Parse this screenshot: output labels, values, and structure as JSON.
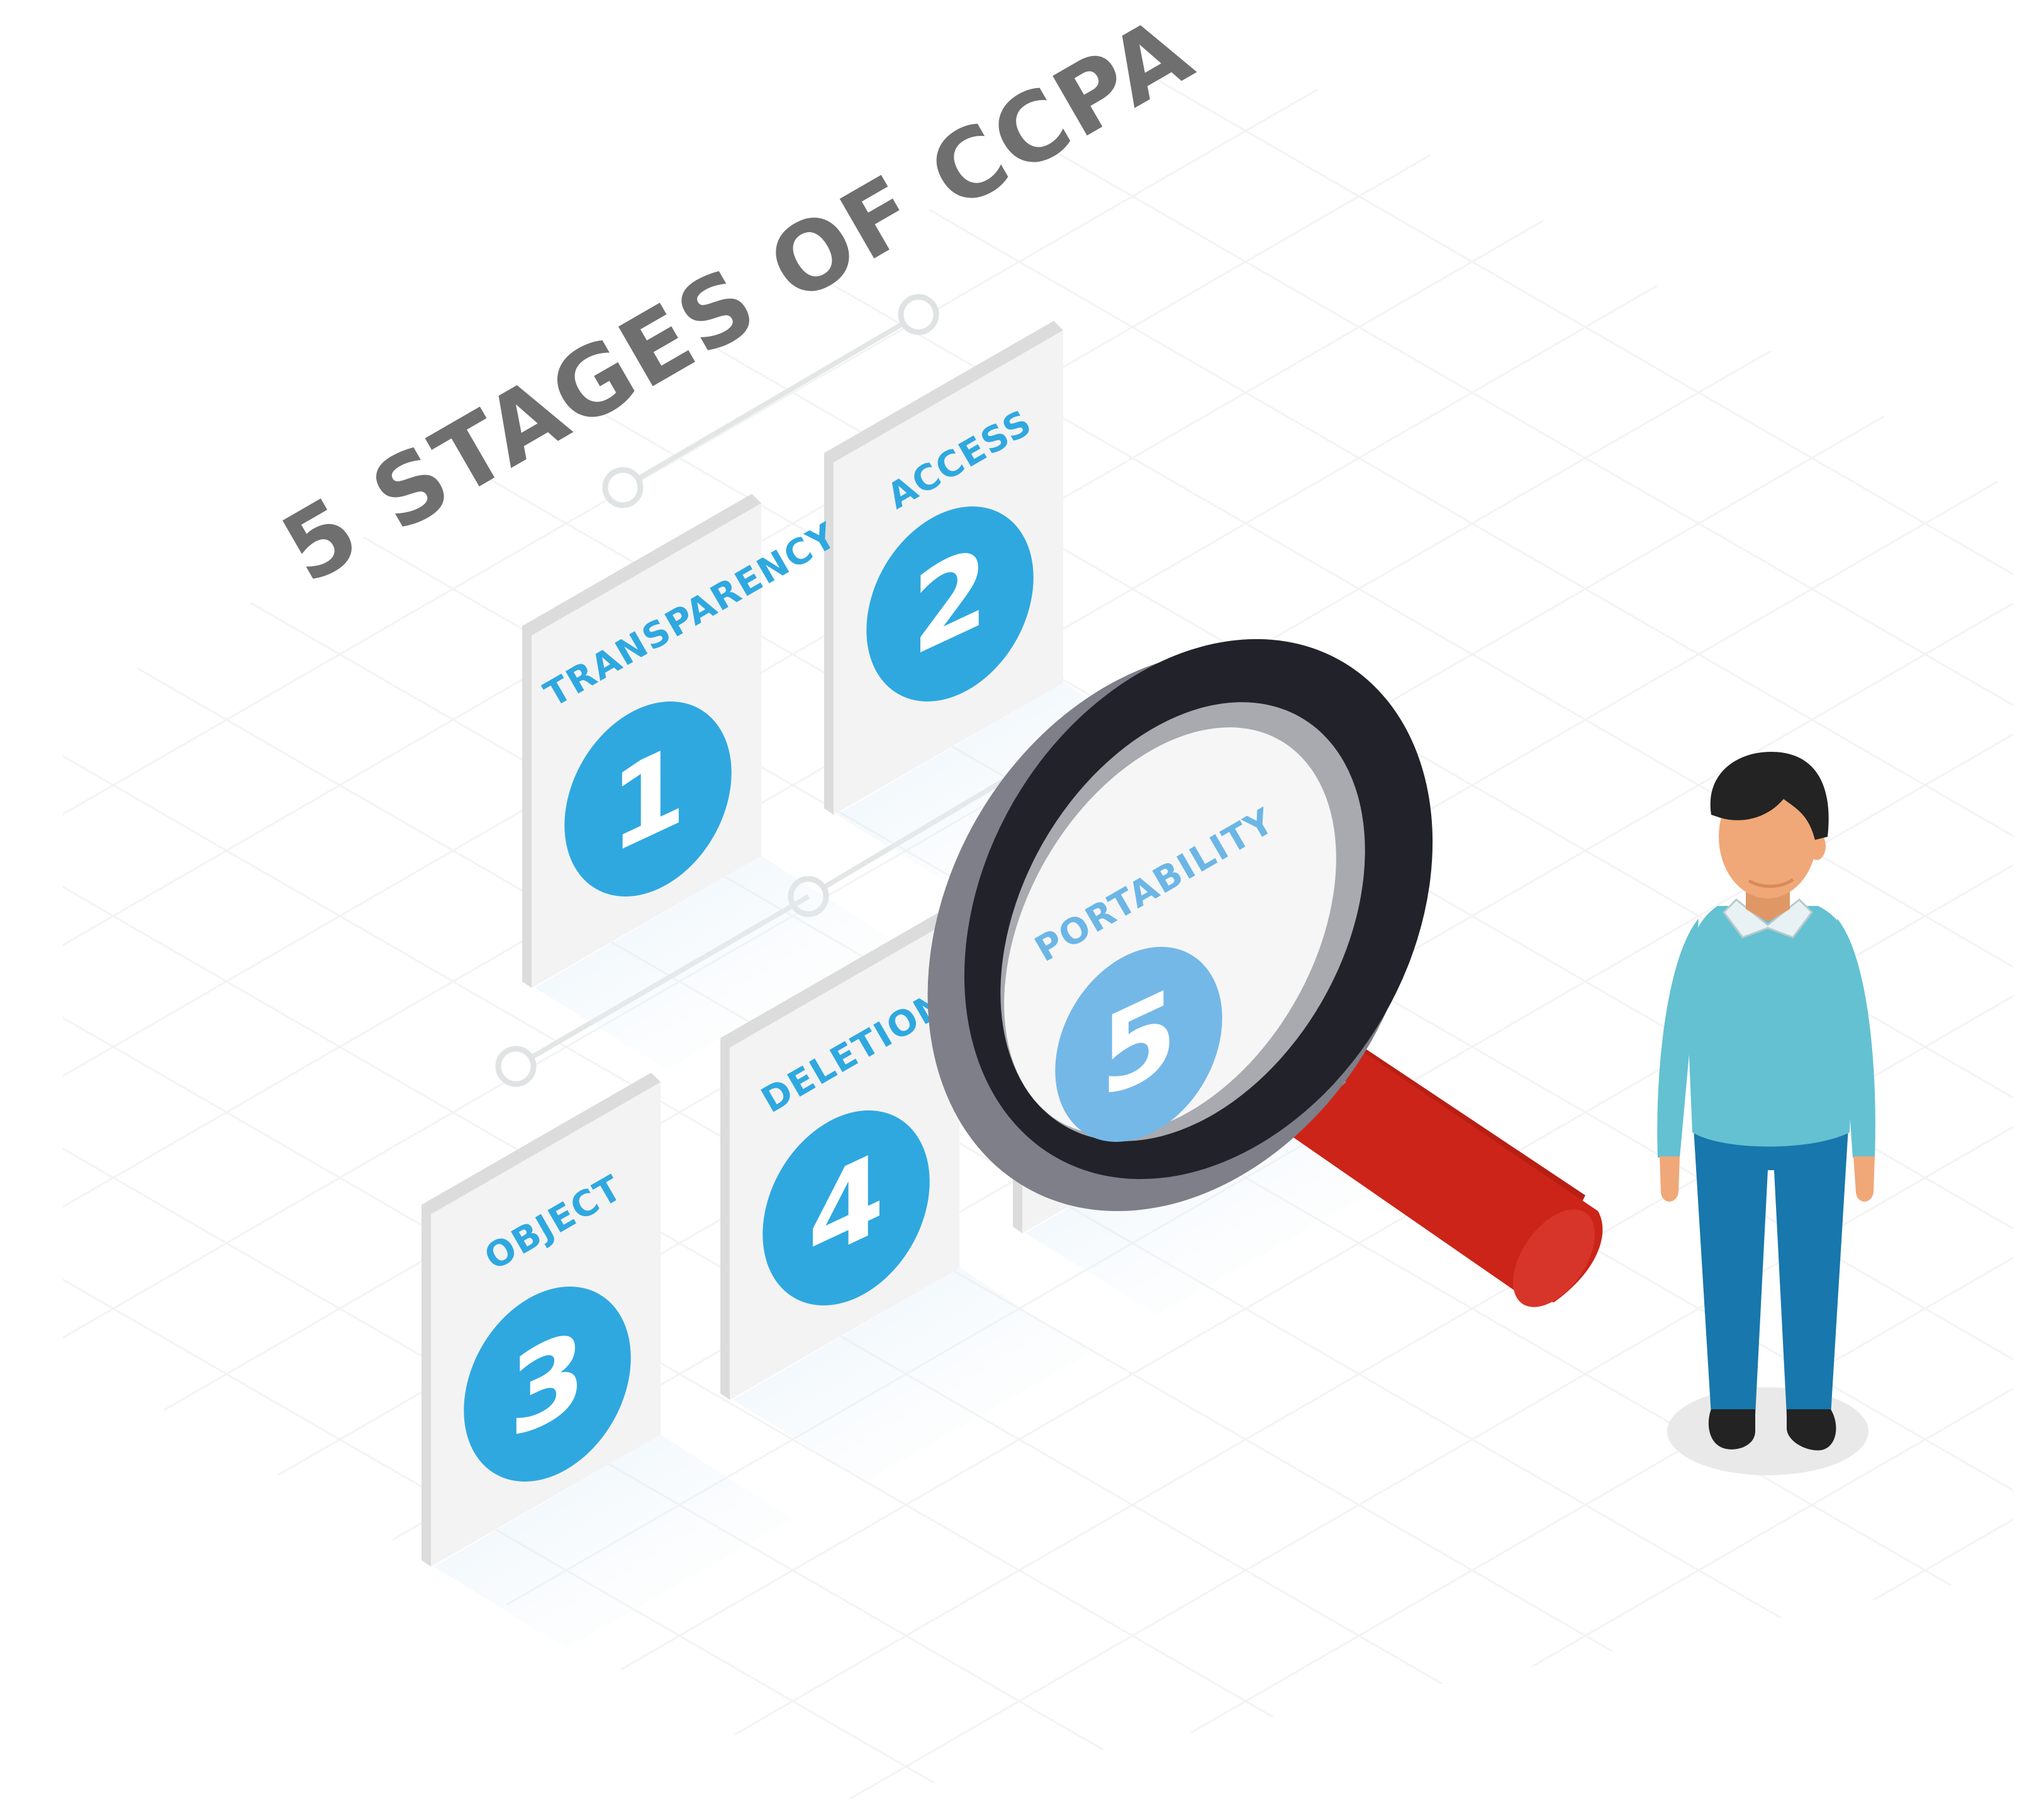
{
  "title": "5 STAGES OF CCPA",
  "stages": [
    {
      "number": "1",
      "label": "TRANSPARENCY"
    },
    {
      "number": "2",
      "label": "ACCESS"
    },
    {
      "number": "3",
      "label": "OBJECT"
    },
    {
      "number": "4",
      "label": "DELETION"
    },
    {
      "number": "5",
      "label": "PORTABILITY"
    }
  ],
  "colors": {
    "title": "#6f6f6f",
    "stage_circle": "#2fa8e0",
    "stage_label": "#2fa8e0",
    "magnified_circle": "#74b8e8",
    "handle": "#cc2418",
    "shirt": "#63c1d2",
    "pants": "#1877ac",
    "skin": "#f0a878",
    "hair": "#232323"
  },
  "icons": [
    "magnifying-glass-icon",
    "person-icon"
  ]
}
